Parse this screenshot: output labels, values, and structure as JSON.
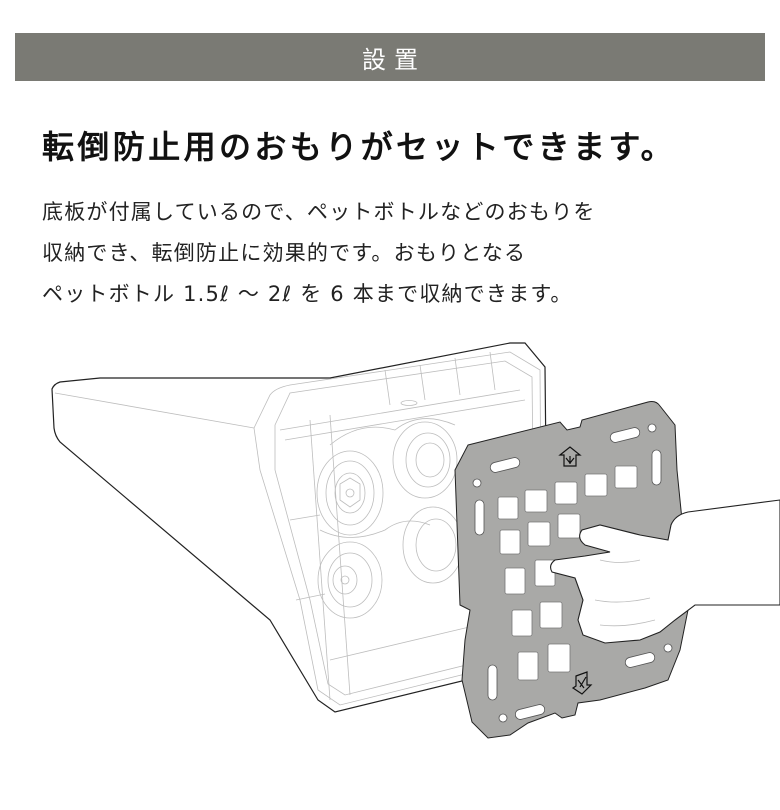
{
  "section_header": {
    "title": "設置",
    "background_color": "#7a7a74",
    "text_color": "#ffffff"
  },
  "headline": "転倒防止用のおもりがセットできます。",
  "description": {
    "lines": [
      "底板が付属しているので、ペットボトルなどのおもりを",
      "収納でき、転倒防止に効果的です。おもりとなる",
      "ペットボトル 1.5ℓ 〜 2ℓ を 6 本まで収納できます。"
    ]
  },
  "illustration": {
    "subject": "cone-base-with-weight-plate-being-attached-by-hand",
    "plate_color": "#a9a9a7",
    "line_color": "#bdbdbd",
    "outline_color": "#222222",
    "markers": [
      "up-arrow-icon",
      "down-arrow-icon"
    ]
  }
}
